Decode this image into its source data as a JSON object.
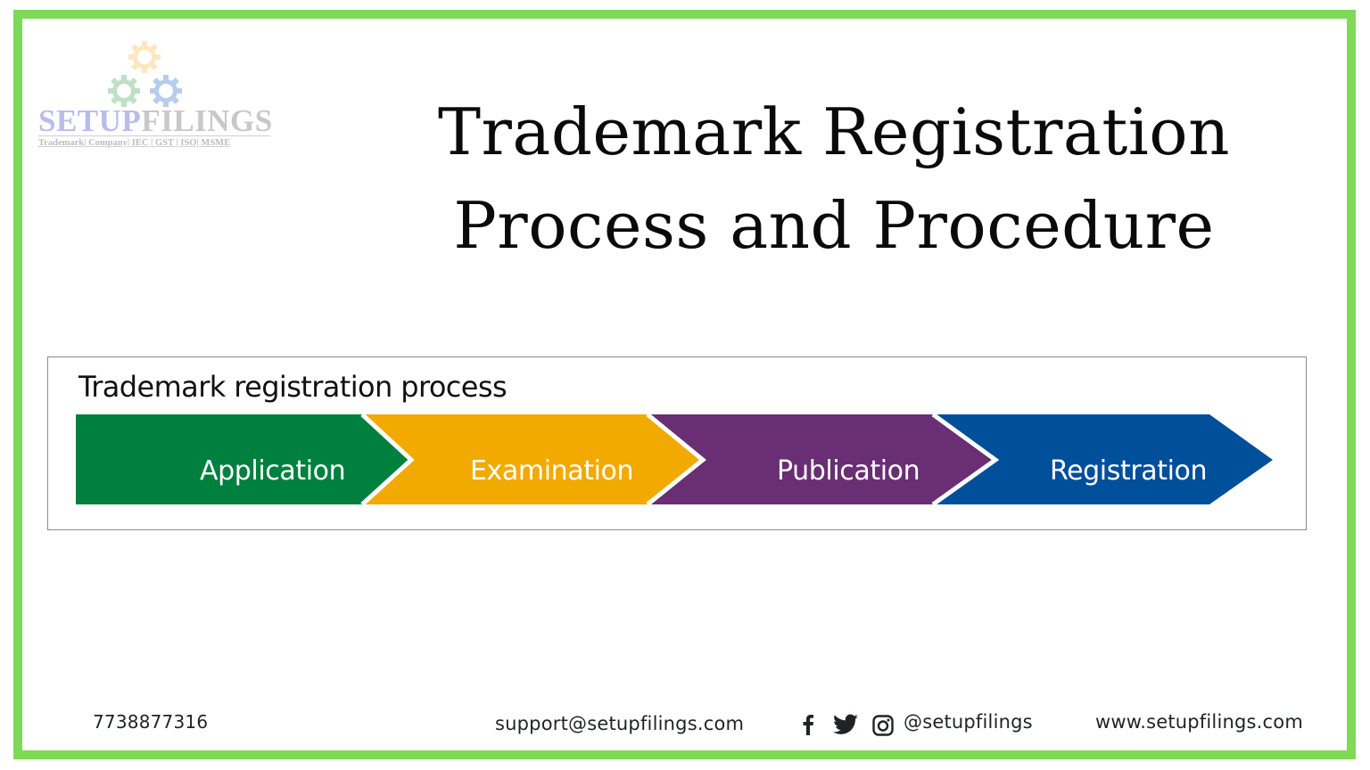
{
  "logo": {
    "brand_part1": "SETUP",
    "brand_part2": "FILINGS",
    "tagline": "Trademark|  Company| IEC | GST | ISO| MSME",
    "gear_colors": [
      "#fde7bf",
      "#bfe0c6",
      "#b7cdee"
    ],
    "brand_colors": {
      "part1": "#b9bde9",
      "part2": "#c8c8c8"
    }
  },
  "title": {
    "line1": "Trademark Registration",
    "line2": "Process and Procedure"
  },
  "process": {
    "heading": "Trademark registration process",
    "steps": [
      {
        "label": "Application",
        "color": "#00803e"
      },
      {
        "label": "Examination",
        "color": "#f2aa00"
      },
      {
        "label": "Publication",
        "color": "#692e73"
      },
      {
        "label": "Registration",
        "color": "#004f9b"
      }
    ]
  },
  "footer": {
    "phone": "7738877316",
    "email": "support@setupfilings.com",
    "social_icons": [
      "facebook-icon",
      "twitter-icon",
      "instagram-icon"
    ],
    "social_handle": "@setupfilings",
    "website": "www.setupfilings.com"
  },
  "colors": {
    "frame_border": "#7ed957",
    "text_dark": "#0a0a0a"
  }
}
